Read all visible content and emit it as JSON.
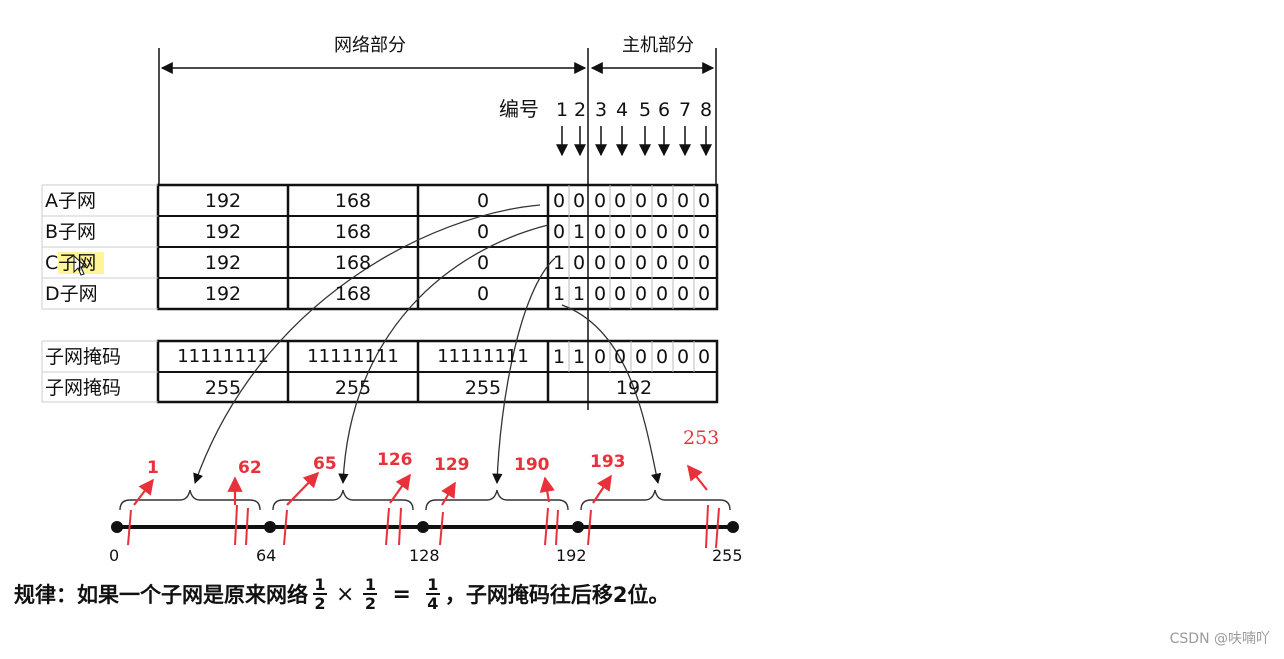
{
  "headers": {
    "network": "网络部分",
    "host": "主机部分",
    "numbering": "编号"
  },
  "bit_numbers": [
    "1",
    "2",
    "3",
    "4",
    "5",
    "6",
    "7",
    "8"
  ],
  "rows": [
    {
      "label": "A子网",
      "octets": [
        "192",
        "168",
        "0"
      ],
      "bits": [
        "0",
        "0",
        "0",
        "0",
        "0",
        "0",
        "0",
        "0"
      ]
    },
    {
      "label": "B子网",
      "octets": [
        "192",
        "168",
        "0"
      ],
      "bits": [
        "0",
        "1",
        "0",
        "0",
        "0",
        "0",
        "0",
        "0"
      ]
    },
    {
      "label": "C子网",
      "octets": [
        "192",
        "168",
        "0"
      ],
      "bits": [
        "1",
        "0",
        "0",
        "0",
        "0",
        "0",
        "0",
        "0"
      ]
    },
    {
      "label": "D子网",
      "octets": [
        "192",
        "168",
        "0"
      ],
      "bits": [
        "1",
        "1",
        "0",
        "0",
        "0",
        "0",
        "0",
        "0"
      ]
    }
  ],
  "mask_binary": {
    "label": "子网掩码",
    "octets": [
      "11111111",
      "11111111",
      "11111111"
    ],
    "bits": [
      "1",
      "1",
      "0",
      "0",
      "0",
      "0",
      "0",
      "0"
    ]
  },
  "mask_decimal": {
    "label": "子网掩码",
    "octets": [
      "255",
      "255",
      "255"
    ],
    "last": "192"
  },
  "range_labels": [
    "1",
    "62",
    "65",
    "126",
    "129",
    "190",
    "193",
    "253"
  ],
  "axis_ticks": [
    "0",
    "64",
    "128",
    "192",
    "255"
  ],
  "formula": {
    "prefix": "规律：如果一个子网是原来网络",
    "f1_num": "1",
    "f1_den": "2",
    "times": "×",
    "f2_num": "1",
    "f2_den": "2",
    "eq": "=",
    "f3_num": "1",
    "f3_den": "4",
    "suffix": "，子网掩码往后移2位。"
  },
  "watermark": "CSDN @呋喃吖",
  "colors": {
    "annotation_red": "#e8313a",
    "highlight": "#fff176"
  }
}
